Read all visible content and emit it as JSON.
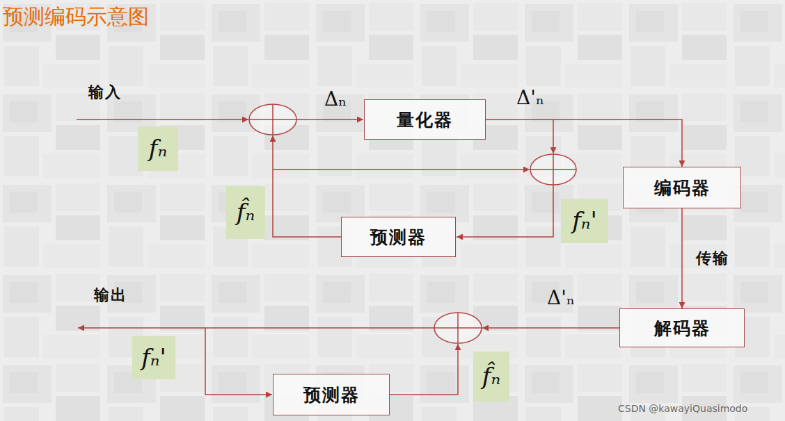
{
  "diagram": {
    "title": "预测编码示意图",
    "nodes": [
      {
        "text": [
          "fₙ"
        ]
      },
      {
        "text": [
          "量化器"
        ]
      },
      {
        "text": [
          "编码器"
        ]
      },
      {
        "text": [
          "f̂ₙ"
        ]
      },
      {
        "text": [
          "预测器"
        ]
      },
      {
        "text": [
          "fₙ'"
        ]
      },
      {
        "text": [
          "解码器"
        ]
      },
      {
        "text": [
          "fₙ'"
        ]
      },
      {
        "text": [
          "预测器"
        ]
      },
      {
        "text": [
          "f̂ₙ"
        ]
      }
    ],
    "edges": [
      {
        "from": 1,
        "to": 2,
        "arrow": "to"
      },
      {
        "from": 2,
        "to": 6,
        "label": "传输",
        "arrow": "to"
      }
    ],
    "labels": [
      "输入",
      "Δₙ",
      "Δ'ₙ",
      "输出",
      "Δ'ₙ",
      "CSDN @kawayiQuasimodo"
    ]
  }
}
